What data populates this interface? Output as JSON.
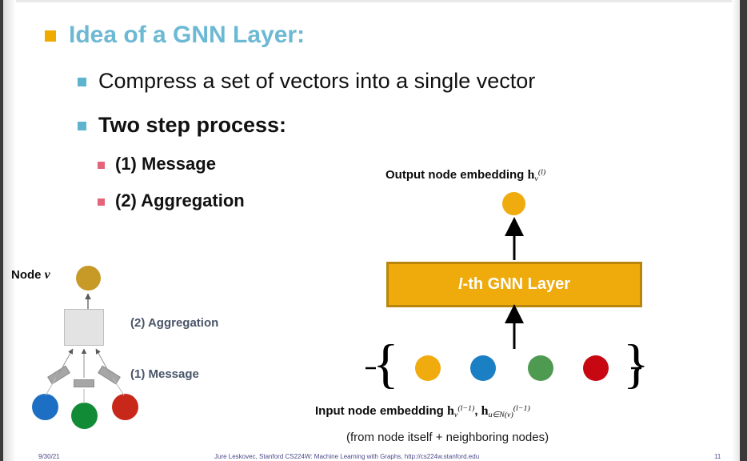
{
  "slide": {
    "title_bullet": "Idea of a GNN Layer:",
    "bullets": [
      {
        "level": 2,
        "text": "Compress a set of vectors into a single vector",
        "bold": false
      },
      {
        "level": 2,
        "text": "Two step process:",
        "bold": true
      },
      {
        "level": 3,
        "text": "(1) Message"
      },
      {
        "level": 3,
        "text": "(2) Aggregation"
      }
    ]
  },
  "left_diagram": {
    "node_v_label": "Node",
    "node_v_symbol": "v",
    "aggregation_label": "(2) Aggregation",
    "message_label": "(1) Message",
    "nodes": [
      {
        "name": "center-node",
        "color": "#C79A28"
      },
      {
        "name": "neighbor-blue",
        "color": "#1C6FC2"
      },
      {
        "name": "neighbor-green",
        "color": "#128B36"
      },
      {
        "name": "neighbor-red",
        "color": "#C8281A"
      }
    ]
  },
  "right_diagram": {
    "output_label_prefix": "Output node embedding",
    "output_symbol_h": "h",
    "output_symbol_sub": "v",
    "output_symbol_sup": "(l)",
    "gnn_box_label_italic": "l",
    "gnn_box_label_rest": "-th GNN Layer",
    "input_label_prefix": "Input node embedding",
    "input_symbol1_h": "h",
    "input_symbol1_sub": "v",
    "input_symbol1_sup": "(l−1)",
    "input_separator": ",",
    "input_symbol2_h": "h",
    "input_symbol2_sub": "u∈N(v)",
    "input_symbol2_sup": "(l−1)",
    "input_note": "(from node itself + neighboring nodes)",
    "brace_left": "{",
    "brace_right": "}",
    "input_nodes": [
      {
        "name": "input-node-yellow",
        "color": "#F0AB0E"
      },
      {
        "name": "input-node-blue",
        "color": "#1B7FC4"
      },
      {
        "name": "input-node-green",
        "color": "#4E9A51"
      },
      {
        "name": "input-node-red",
        "color": "#C70812"
      }
    ]
  },
  "footer": {
    "date": "9/30/21",
    "citation": "Jure Leskovec, Stanford CS224W: Machine Learning with Graphs, http://cs224w.stanford.edu",
    "page_number": "11"
  },
  "colors": {
    "title": "#6DB9D4",
    "bullet_l1": "#F0AB00",
    "bullet_l2": "#5CB4CE",
    "bullet_l3": "#E4657A",
    "gnn_box_fill": "#EFAA0B",
    "gnn_box_border": "#B9860D",
    "step_label": "#4A5568"
  }
}
